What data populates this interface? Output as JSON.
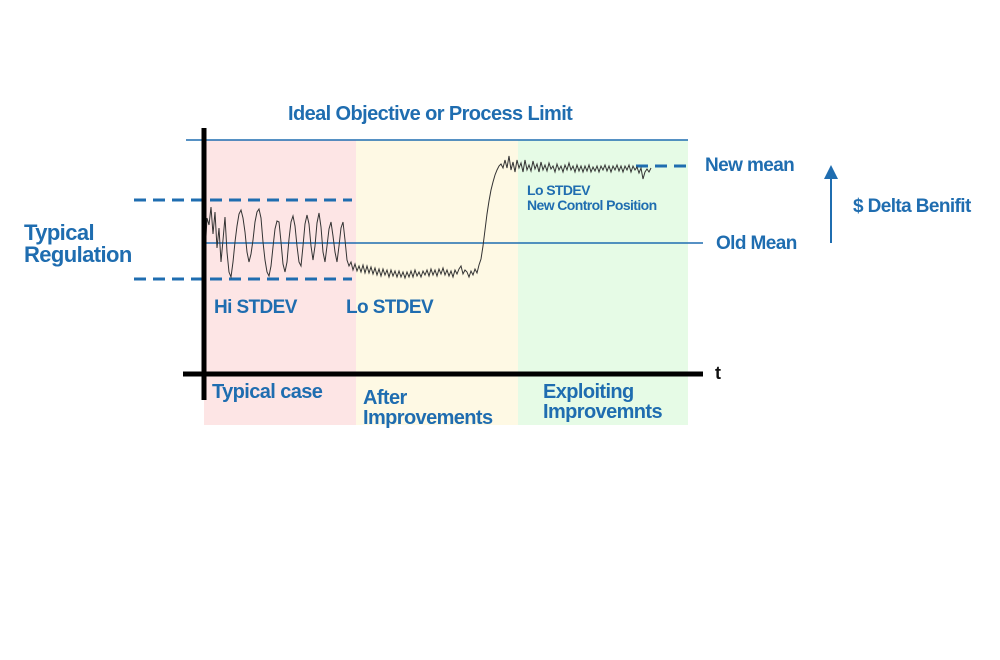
{
  "diagram": {
    "colors": {
      "accent": "#1f6db0",
      "axis": "#000000",
      "zone_typical": "#fde5e5",
      "zone_after": "#fef9e4",
      "zone_exploiting": "#e6fbe6"
    },
    "labels": {
      "ideal_limit": "Ideal Objective or Process Limit",
      "typical_regulation": "Typical\nRegulation",
      "new_mean": "New mean",
      "old_mean": "Old Mean",
      "delta_benefit": "$ Delta Benifit",
      "lo_stdev_new": "Lo STDEV\nNew Control Position",
      "hi_stdev": "Hi STDEV",
      "lo_stdev": "Lo STDEV",
      "time_axis": "t",
      "zone_typical": "Typical case",
      "zone_after": "After\nImprovements",
      "zone_exploiting": "Exploiting\nImprovemnts"
    }
  }
}
